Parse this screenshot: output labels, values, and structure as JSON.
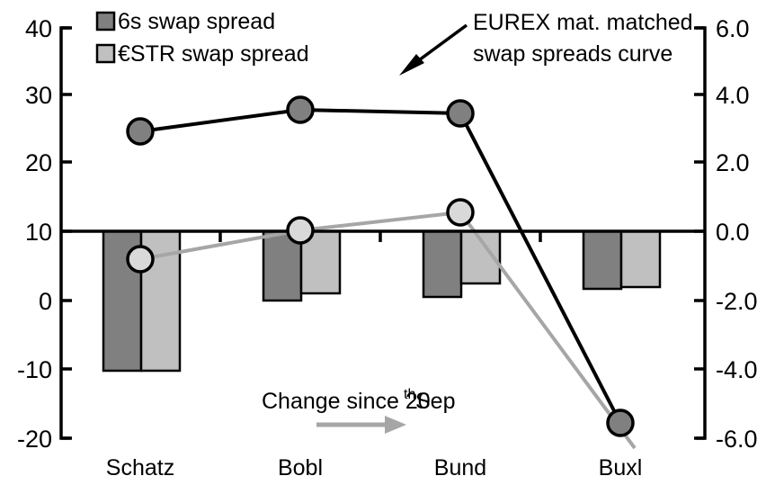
{
  "chart_data": {
    "type": "bar",
    "title": "",
    "categories": [
      "Schatz",
      "Bobl",
      "Bund",
      "Buxl"
    ],
    "series": [
      {
        "name": "6s swap spread",
        "type": "bar",
        "axis": "right",
        "color": "#808080",
        "values": [
          -4.0,
          -2.0,
          -1.9,
          -1.65
        ]
      },
      {
        "name": "€STR swap spread",
        "type": "bar",
        "axis": "right",
        "color": "#c0c0c0",
        "values": [
          -4.0,
          -1.8,
          -1.5,
          -1.6
        ]
      },
      {
        "name": "EUREX mat. matched swap spreads curve",
        "type": "line",
        "axis": "left",
        "color": "#000000",
        "values": [
          24.5,
          27.9,
          27.3,
          -18.0
        ]
      },
      {
        "name": "Change since 20th Sep",
        "type": "line",
        "axis": "left",
        "color": "#a6a6a6",
        "values": [
          6.1,
          10.4,
          12.8,
          -21.0
        ]
      }
    ],
    "left_axis": {
      "label": "",
      "ticks": [
        "40",
        "30",
        "20",
        "10",
        "0",
        "-10",
        "-20"
      ],
      "values": [
        40,
        30,
        20,
        10,
        0,
        -10,
        -20
      ],
      "lim": [
        -20,
        40
      ]
    },
    "right_axis": {
      "label": "",
      "ticks": [
        "6.0",
        "4.0",
        "2.0",
        "0.0",
        "-2.0",
        "-4.0",
        "-6.0"
      ],
      "values": [
        6.0,
        4.0,
        2.0,
        0.0,
        -2.0,
        -4.0,
        -6.0
      ],
      "lim": [
        -6.0,
        6.0
      ]
    },
    "xlabel": "",
    "ylabel": "",
    "grid": false,
    "legend_position": "top-left",
    "annotations": [
      {
        "name": "curve-callout",
        "text_line1": "EUREX mat. matched",
        "text_line2": "swap spreads curve"
      },
      {
        "name": "change-note",
        "text_prefix": "Change since 20",
        "text_sup": "th",
        "text_suffix": " Sep"
      }
    ]
  },
  "legend": {
    "items": [
      {
        "label": "6s swap spread",
        "color": "#808080"
      },
      {
        "label": "€STR swap spread",
        "color": "#c0c0c0"
      }
    ]
  },
  "left_axis": {
    "ticks": [
      {
        "label": "40"
      },
      {
        "label": "30"
      },
      {
        "label": "20"
      },
      {
        "label": "10"
      },
      {
        "label": "0"
      },
      {
        "label": "-10"
      },
      {
        "label": "-20"
      }
    ]
  },
  "right_axis": {
    "ticks": [
      {
        "label": "6.0"
      },
      {
        "label": "4.0"
      },
      {
        "label": "2.0"
      },
      {
        "label": "0.0"
      },
      {
        "label": "-2.0"
      },
      {
        "label": "-4.0"
      },
      {
        "label": "-6.0"
      }
    ]
  },
  "categories": [
    {
      "label": "Schatz"
    },
    {
      "label": "Bobl"
    },
    {
      "label": "Bund"
    },
    {
      "label": "Buxl"
    }
  ],
  "annotations": {
    "callout_line1": "EUREX mat. matched",
    "callout_line2": "swap spreads curve",
    "change_prefix": "Change since 20",
    "change_sup": "th",
    "change_suffix": " Sep"
  }
}
